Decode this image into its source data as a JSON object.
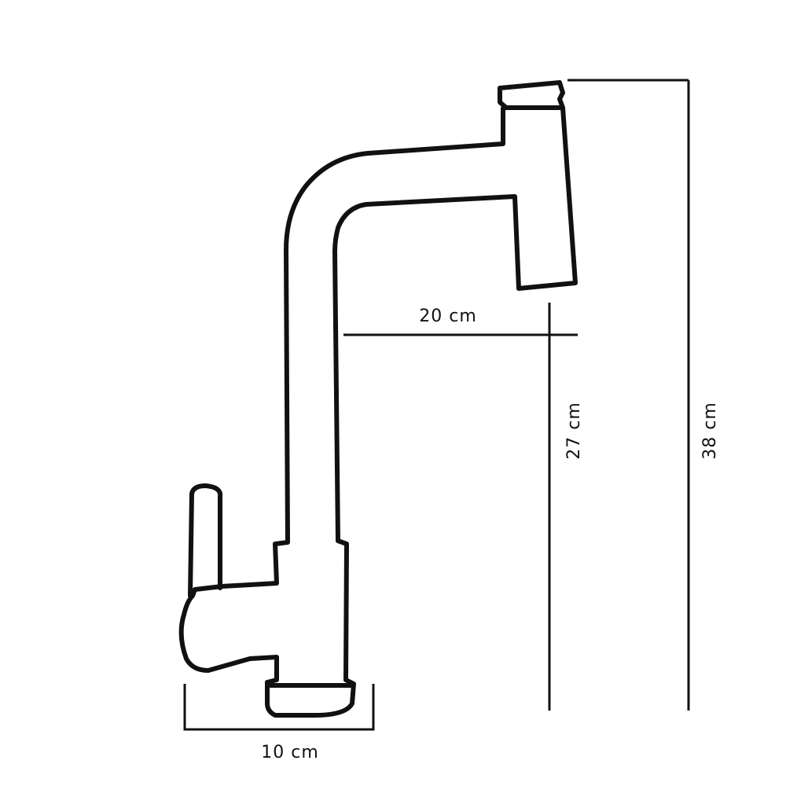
{
  "colors": {
    "line": "#111111",
    "background": "#ffffff"
  },
  "dimensions": {
    "spout_reach": "20 cm",
    "spout_height": "27 cm",
    "total_height": "38 cm",
    "base_width": "10 cm"
  }
}
